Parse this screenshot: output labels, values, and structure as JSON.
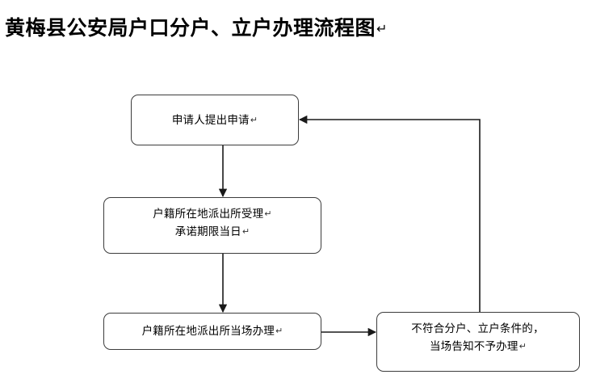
{
  "document": {
    "title": "黄梅县公安局户口分户、立户办理流程图",
    "title_mark": "↵",
    "background_color": "#ffffff",
    "line_color": "#3c3c3c",
    "text_color": "#000000"
  },
  "flowchart": {
    "type": "flowchart",
    "nodes": [
      {
        "id": "applicant",
        "name": "applicant-submits-application",
        "lines": [
          "申请人提出申请"
        ],
        "marks": [
          "↵"
        ],
        "shape": "rounded-rectangle"
      },
      {
        "id": "accept",
        "name": "police-station-accepts",
        "lines": [
          "户籍所在地派出所受理",
          "承诺期限当日"
        ],
        "marks": [
          "↵",
          "↵"
        ],
        "shape": "rounded-rectangle"
      },
      {
        "id": "process",
        "name": "police-station-processes-on-site",
        "lines": [
          "户籍所在地派出所当场办理"
        ],
        "marks": [
          "↵"
        ],
        "shape": "rounded-rectangle"
      },
      {
        "id": "reject",
        "name": "not-meeting-conditions-notify-on-site",
        "lines": [
          "不符合分户、立户条件的，",
          "当场告知不予办理"
        ],
        "marks": [
          "",
          "↵"
        ],
        "shape": "rounded-rectangle"
      }
    ],
    "edges": [
      {
        "from": "applicant",
        "to": "accept",
        "direction": "down"
      },
      {
        "from": "accept",
        "to": "process",
        "direction": "down"
      },
      {
        "from": "process",
        "to": "reject",
        "direction": "right"
      },
      {
        "from": "reject",
        "to": "applicant",
        "direction": "up-then-left"
      }
    ]
  }
}
